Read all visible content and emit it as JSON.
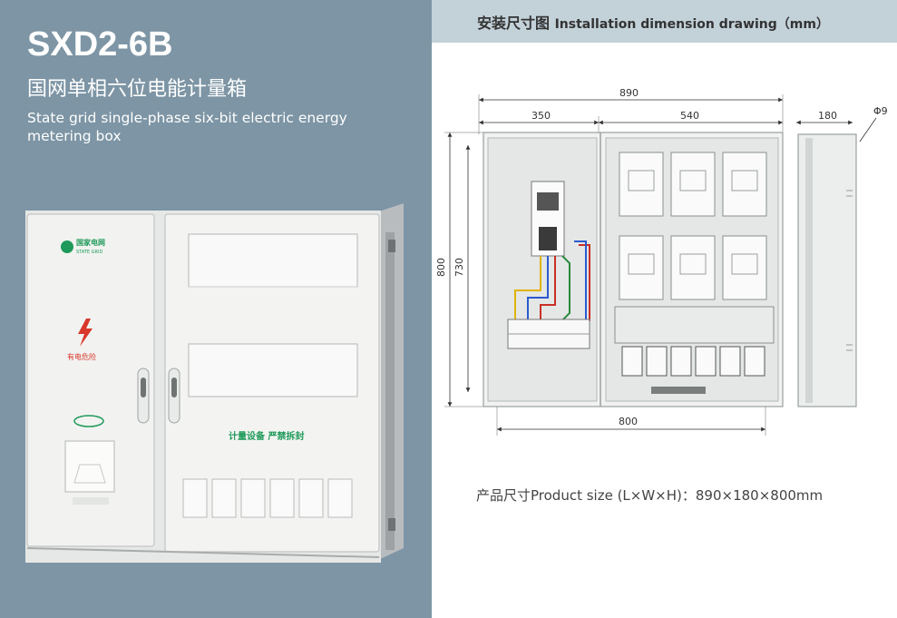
{
  "product": {
    "model": "SXD2-6B",
    "name_cn": "国网单相六位电能计量箱",
    "name_en": "State grid single-phase six-bit electric energy metering box"
  },
  "photo": {
    "logo_text": "国家电网",
    "logo_sub": "STATE GRID",
    "warning_text": "有电危险",
    "seal_text": "计量设备 严禁拆封"
  },
  "drawing": {
    "title_cn": "安装尺寸图",
    "title_en": "Installation dimension drawing（mm）",
    "dims": {
      "total_width": "890",
      "left_width": "350",
      "right_width": "540",
      "depth": "180",
      "hole": "Φ9",
      "height_outer": "800",
      "height_inner": "730",
      "mount_width": "800"
    },
    "product_size": "产品尺寸Product size (L×W×H)：890×180×800mm"
  },
  "colors": {
    "left_bg": "#7d95a5",
    "header_band": "#c3d1d9",
    "brand_green": "#1f9a5a",
    "warning_red": "#d9372b"
  }
}
